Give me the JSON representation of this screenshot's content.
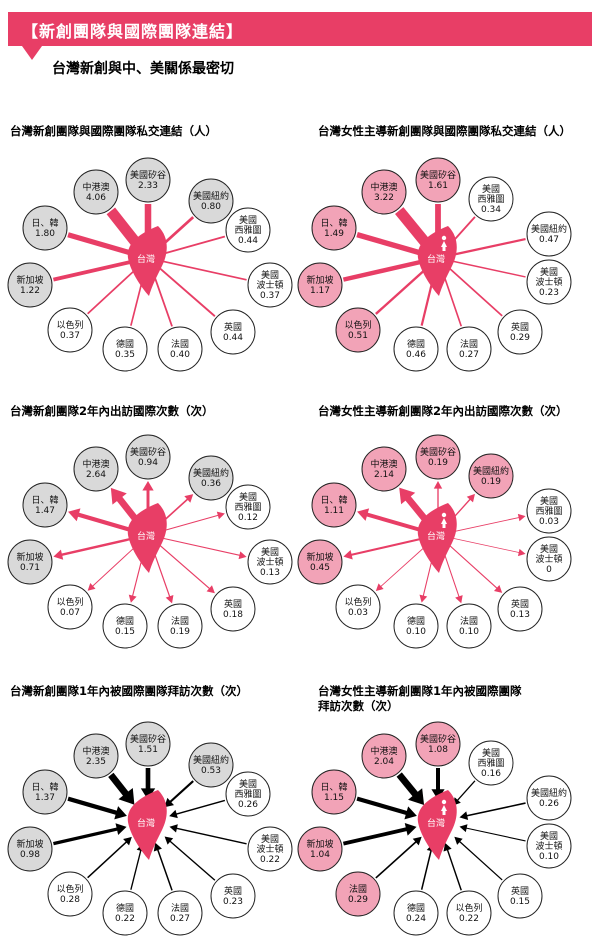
{
  "header": {
    "title": "【新創團隊與國際團隊連結】",
    "subtitle": "台灣新創與中、美關係最密切"
  },
  "colors": {
    "accent": "#e83e66",
    "gray_node": "#d9d9d9",
    "pink_node": "#f2a3b7"
  },
  "chart_data": [
    {
      "type": "network",
      "title": "台灣新創團隊與國際團隊私交連結（人）",
      "center": "台灣",
      "direction": "none",
      "nodes": [
        {
          "name": "美國矽谷",
          "value": "2.33",
          "highlight": true
        },
        {
          "name": "美國紐約",
          "value": "0.80",
          "highlight": true
        },
        {
          "name": "美國西雅圖",
          "value": "0.44",
          "highlight": false
        },
        {
          "name": "美國波士頓",
          "value": "0.37",
          "highlight": false
        },
        {
          "name": "英國",
          "value": "0.44",
          "highlight": false
        },
        {
          "name": "法國",
          "value": "0.40",
          "highlight": false
        },
        {
          "name": "德國",
          "value": "0.35",
          "highlight": false
        },
        {
          "name": "以色列",
          "value": "0.37",
          "highlight": false
        },
        {
          "name": "新加坡",
          "value": "1.22",
          "highlight": true
        },
        {
          "name": "日、韓",
          "value": "1.80",
          "highlight": true
        },
        {
          "name": "中港澳",
          "value": "4.06",
          "highlight": true
        }
      ]
    },
    {
      "type": "network",
      "title": "台灣女性主導新創團隊與國際團隊私交連結（人）",
      "center": "台灣",
      "direction": "none",
      "nodes": [
        {
          "name": "美國矽谷",
          "value": "1.61",
          "highlight": true
        },
        {
          "name": "美國西雅圖",
          "value": "0.34",
          "highlight": false
        },
        {
          "name": "美國紐約",
          "value": "0.47",
          "highlight": false
        },
        {
          "name": "美國波士頓",
          "value": "0.23",
          "highlight": false
        },
        {
          "name": "英國",
          "value": "0.29",
          "highlight": false
        },
        {
          "name": "法國",
          "value": "0.27",
          "highlight": false
        },
        {
          "name": "德國",
          "value": "0.46",
          "highlight": false
        },
        {
          "name": "以色列",
          "value": "0.51",
          "highlight": true
        },
        {
          "name": "新加坡",
          "value": "1.17",
          "highlight": true
        },
        {
          "name": "日、韓",
          "value": "1.49",
          "highlight": true
        },
        {
          "name": "中港澳",
          "value": "3.22",
          "highlight": true
        }
      ]
    },
    {
      "type": "network",
      "title": "台灣新創團隊2年內出訪國際次數（次）",
      "center": "台灣",
      "direction": "out",
      "nodes": [
        {
          "name": "美國矽谷",
          "value": "0.94",
          "highlight": true
        },
        {
          "name": "美國紐約",
          "value": "0.36",
          "highlight": true
        },
        {
          "name": "美國西雅圖",
          "value": "0.12",
          "highlight": false
        },
        {
          "name": "美國波士頓",
          "value": "0.13",
          "highlight": false
        },
        {
          "name": "英國",
          "value": "0.18",
          "highlight": false
        },
        {
          "name": "法國",
          "value": "0.19",
          "highlight": false
        },
        {
          "name": "德國",
          "value": "0.15",
          "highlight": false
        },
        {
          "name": "以色列",
          "value": "0.07",
          "highlight": false
        },
        {
          "name": "新加坡",
          "value": "0.71",
          "highlight": true
        },
        {
          "name": "日、韓",
          "value": "1.47",
          "highlight": true
        },
        {
          "name": "中港澳",
          "value": "2.64",
          "highlight": true
        }
      ]
    },
    {
      "type": "network",
      "title": "台灣女性主導新創團隊2年內出訪國際次數（次）",
      "center": "台灣",
      "direction": "out",
      "nodes": [
        {
          "name": "美國矽谷",
          "value": "0.19",
          "highlight": true
        },
        {
          "name": "美國紐約",
          "value": "0.19",
          "highlight": true
        },
        {
          "name": "美國西雅圖",
          "value": "0.03",
          "highlight": false
        },
        {
          "name": "美國波士頓",
          "value": "0",
          "highlight": false
        },
        {
          "name": "英國",
          "value": "0.13",
          "highlight": false
        },
        {
          "name": "法國",
          "value": "0.10",
          "highlight": false
        },
        {
          "name": "德國",
          "value": "0.10",
          "highlight": false
        },
        {
          "name": "以色列",
          "value": "0.03",
          "highlight": false
        },
        {
          "name": "新加坡",
          "value": "0.45",
          "highlight": true
        },
        {
          "name": "日、韓",
          "value": "1.11",
          "highlight": true
        },
        {
          "name": "中港澳",
          "value": "2.14",
          "highlight": true
        }
      ]
    },
    {
      "type": "network",
      "title": "台灣新創團隊1年內被國際團隊拜訪次數（次）",
      "center": "台灣",
      "direction": "in",
      "nodes": [
        {
          "name": "美國矽谷",
          "value": "1.51",
          "highlight": true
        },
        {
          "name": "美國紐約",
          "value": "0.53",
          "highlight": true
        },
        {
          "name": "美國西雅圖",
          "value": "0.26",
          "highlight": false
        },
        {
          "name": "美國波士頓",
          "value": "0.22",
          "highlight": false
        },
        {
          "name": "英國",
          "value": "0.23",
          "highlight": false
        },
        {
          "name": "法國",
          "value": "0.27",
          "highlight": false
        },
        {
          "name": "德國",
          "value": "0.22",
          "highlight": false
        },
        {
          "name": "以色列",
          "value": "0.28",
          "highlight": false
        },
        {
          "name": "新加坡",
          "value": "0.98",
          "highlight": true
        },
        {
          "name": "日、韓",
          "value": "1.37",
          "highlight": true
        },
        {
          "name": "中港澳",
          "value": "2.35",
          "highlight": true
        }
      ]
    },
    {
      "type": "network",
      "title": "台灣女性主導新創團隊1年內被國際團隊\n拜訪次數（次）",
      "center": "台灣",
      "direction": "in",
      "nodes": [
        {
          "name": "美國矽谷",
          "value": "1.08",
          "highlight": true
        },
        {
          "name": "美國西雅圖",
          "value": "0.16",
          "highlight": false
        },
        {
          "name": "美國紐約",
          "value": "0.26",
          "highlight": false
        },
        {
          "name": "美國波士頓",
          "value": "0.10",
          "highlight": false
        },
        {
          "name": "英國",
          "value": "0.15",
          "highlight": false
        },
        {
          "name": "以色列",
          "value": "0.22",
          "highlight": false
        },
        {
          "name": "德國",
          "value": "0.24",
          "highlight": false
        },
        {
          "name": "法國",
          "value": "0.29",
          "highlight": true
        },
        {
          "name": "新加坡",
          "value": "1.04",
          "highlight": true
        },
        {
          "name": "日、韓",
          "value": "1.15",
          "highlight": true
        },
        {
          "name": "中港澳",
          "value": "2.04",
          "highlight": true
        }
      ]
    }
  ]
}
